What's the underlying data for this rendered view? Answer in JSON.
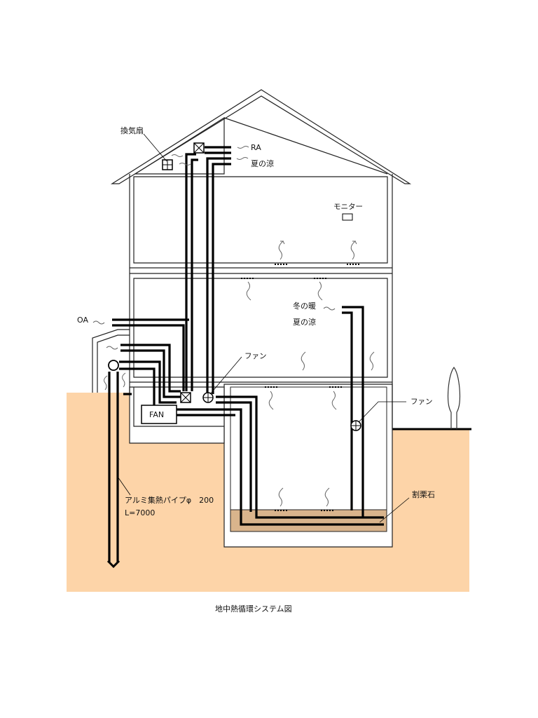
{
  "labels": {
    "exhaust_fan": "換気扇",
    "ra": "RA",
    "summer_cool_top": "夏の涼",
    "monitor": "モニター",
    "oa": "OA",
    "winter_warm": "冬の暖",
    "summer_cool_mid": "夏の涼",
    "fan_left": "ファン",
    "fan_right": "ファン",
    "fan_box": "FAN",
    "pipe_spec": "アルミ集熱パイプφ　200",
    "pipe_length": "L=7000",
    "gravel": "割栗石"
  },
  "caption": "地中熱循環システム図",
  "colors": {
    "ground": "#fdd4a8",
    "gravel": "#d9b48c",
    "line": "#000000"
  }
}
